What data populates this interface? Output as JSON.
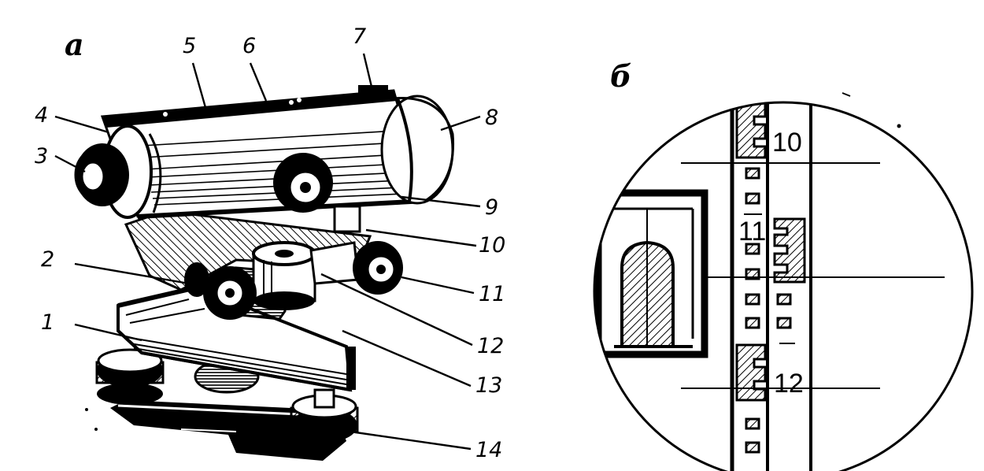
{
  "panels": {
    "left": "a",
    "right": "б"
  },
  "callouts": [
    "1",
    "2",
    "3",
    "4",
    "5",
    "6",
    "7",
    "8",
    "9",
    "10",
    "11",
    "12",
    "13",
    "14"
  ],
  "staff": {
    "upper": "10",
    "middle": "11",
    "lower": "12"
  },
  "colors": {
    "ink": "#000000",
    "paper": "#ffffff"
  }
}
